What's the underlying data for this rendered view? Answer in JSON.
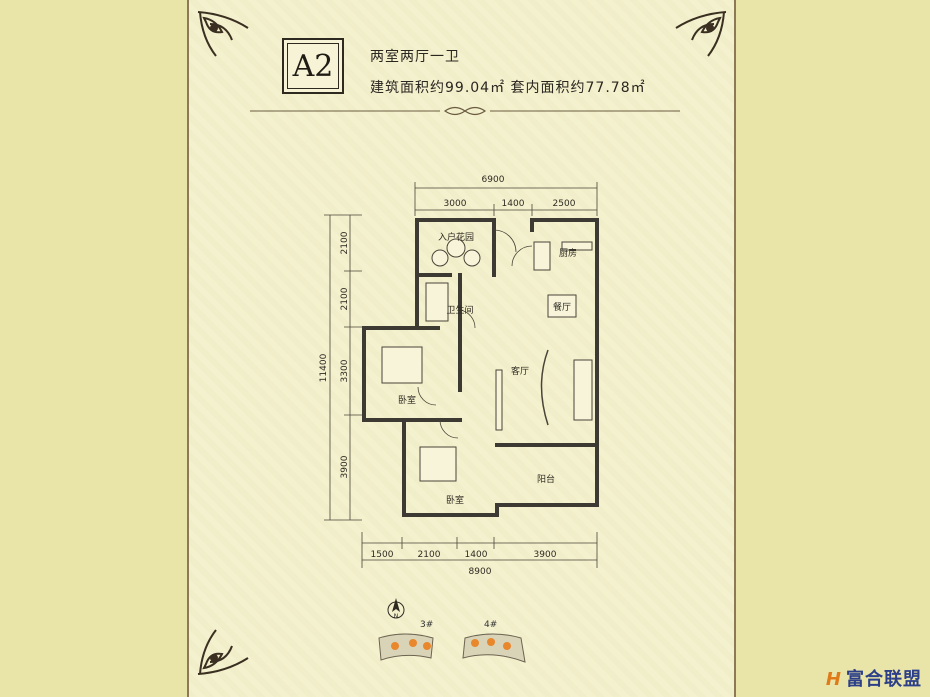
{
  "header": {
    "unit_code": "A2",
    "layout": "两室两厅一卫",
    "areas_line": "建筑面积约99.04㎡   套内面积约77.78㎡"
  },
  "plan": {
    "top_dims": {
      "total": "6900",
      "parts": [
        "3000",
        "1400",
        "2500"
      ]
    },
    "bottom_dims": {
      "total": "8900",
      "parts": [
        "1500",
        "2100",
        "1400",
        "3900"
      ]
    },
    "left_dims": {
      "total": "11400",
      "parts": [
        "2100",
        "2100",
        "3300",
        "3900"
      ]
    },
    "rooms": {
      "entry_garden": "入户花园",
      "kitchen": "厨房",
      "dining": "餐厅",
      "bathroom": "卫生间",
      "living": "客厅",
      "bedroom1": "卧室",
      "bedroom2": "卧室",
      "balcony": "阳台"
    }
  },
  "siteplan": {
    "building_3": "3#",
    "building_4": "4#",
    "north": "N"
  },
  "watermark": {
    "text": "富合联盟",
    "mark": "H"
  }
}
